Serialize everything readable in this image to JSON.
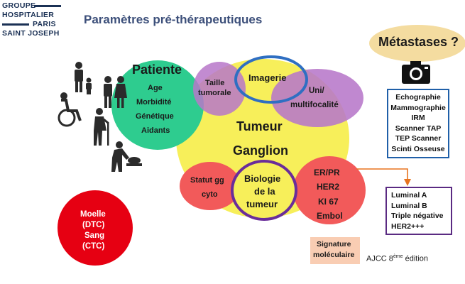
{
  "logo": {
    "lines": [
      "GROUPE",
      "HOSPITALIER",
      "PARIS",
      "SAINT JOSEPH"
    ],
    "brand_color": "#1b3155"
  },
  "title": "Paramètres pré-thérapeutiques",
  "patiente": {
    "title": "Patiente",
    "items": [
      "Age",
      "Morbidité",
      "Génétique",
      "Aidants"
    ],
    "color": "#2ecc8f"
  },
  "tumeur": {
    "line1": "Tumeur",
    "line2": "Ganglion",
    "color": "#f7ef5a"
  },
  "taille": {
    "line1": "Taille",
    "line2": "tumorale"
  },
  "imagerie": {
    "label": "Imagerie",
    "ring_color": "#2f6fc2"
  },
  "multifocalite": {
    "line1": "Uni/",
    "line2": "multifocalité",
    "color": "#b777c9"
  },
  "statut": {
    "line1": "Statut gg",
    "line2": "cyto"
  },
  "biologie": {
    "line1": "Biologie",
    "line2": "de la",
    "line3": "tumeur",
    "ring_color": "#6a2d9a"
  },
  "markers": {
    "items": [
      "ER/PR",
      "HER2",
      "KI 67",
      "Embol"
    ],
    "color": "#f25a5a"
  },
  "metastases": {
    "label": "Métastases ?",
    "color": "#f4dca0"
  },
  "camera": {
    "icon": "camera-icon"
  },
  "imaging_list": [
    "Echographie",
    "Mammographie",
    "IRM",
    "Scanner TAP",
    "TEP Scanner",
    "Scinti Osseuse"
  ],
  "subtypes": [
    "Luminal A",
    "Luminal B",
    "Triple négative",
    "HER2+++"
  ],
  "moelle": {
    "line1": "Moelle",
    "line2": "(DTC)",
    "line3": "Sang",
    "line4": "(CTC)",
    "color": "#e60012"
  },
  "signature": {
    "line1": "Signature",
    "line2": "moléculaire",
    "color": "#f9cdb3"
  },
  "ajcc": {
    "text": "AJCC 8",
    "sup": "ème",
    "suffix": " édition"
  },
  "arrow_color": "#e8741f"
}
